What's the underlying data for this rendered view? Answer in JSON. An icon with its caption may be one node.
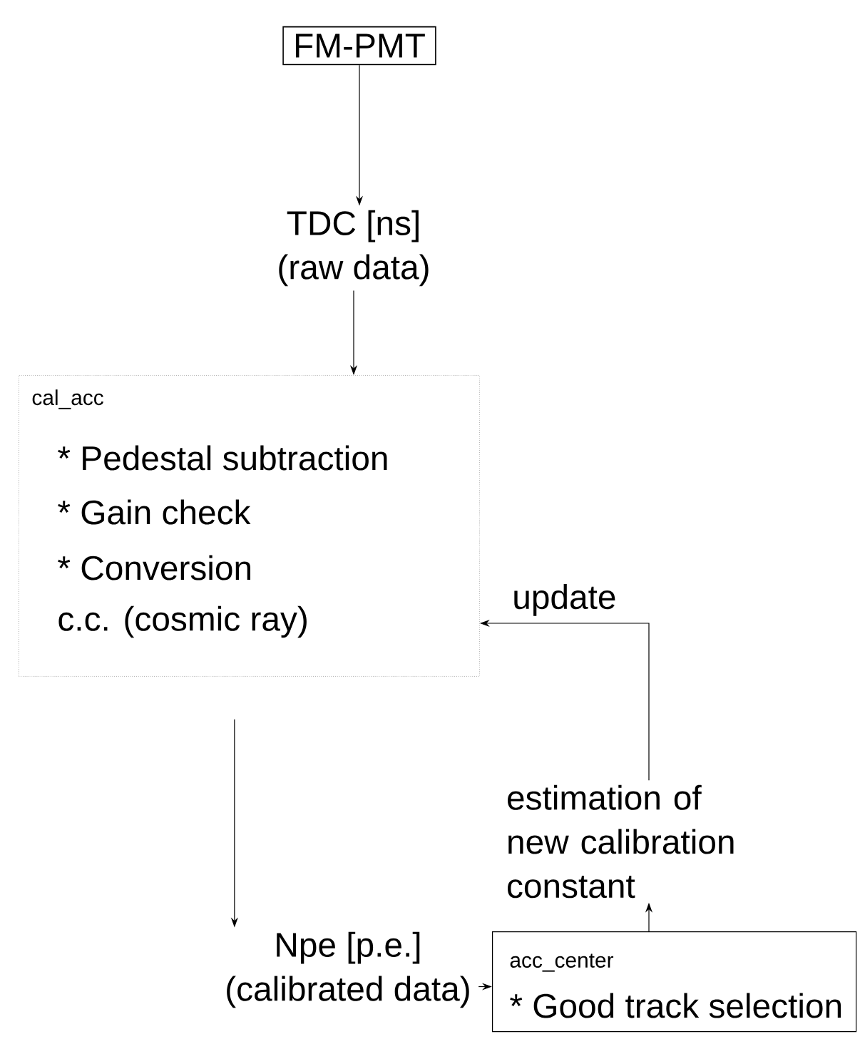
{
  "diagram": {
    "nodes": [
      {
        "text": [
          "FM-PMT"
        ]
      },
      {
        "text": [
          "TDC [ns]",
          "(raw data)"
        ]
      },
      {
        "text": [
          "cal_acc",
          "* Pedestal subtraction",
          "* Gain check",
          "* Conversion",
          "c.c. (cosmic ray)"
        ]
      },
      {
        "text": [
          "Npe [p.e.]",
          "(calibrated data)"
        ]
      },
      {
        "text": [
          "acc_center",
          "* Good track selection"
        ]
      },
      {
        "text": [
          "estimation of new calibration constant"
        ]
      }
    ],
    "edges": [
      {
        "from": 0,
        "to": 1,
        "arrow": "to"
      },
      {
        "from": 1,
        "to": 2,
        "arrow": "to"
      },
      {
        "from": 2,
        "to": 3,
        "arrow": "to"
      },
      {
        "from": 3,
        "to": 4,
        "arrow": "to"
      },
      {
        "from": 4,
        "to": 5,
        "arrow": "to"
      },
      {
        "from": 5,
        "to": 2,
        "arrow": "to",
        "label": "update"
      }
    ]
  }
}
